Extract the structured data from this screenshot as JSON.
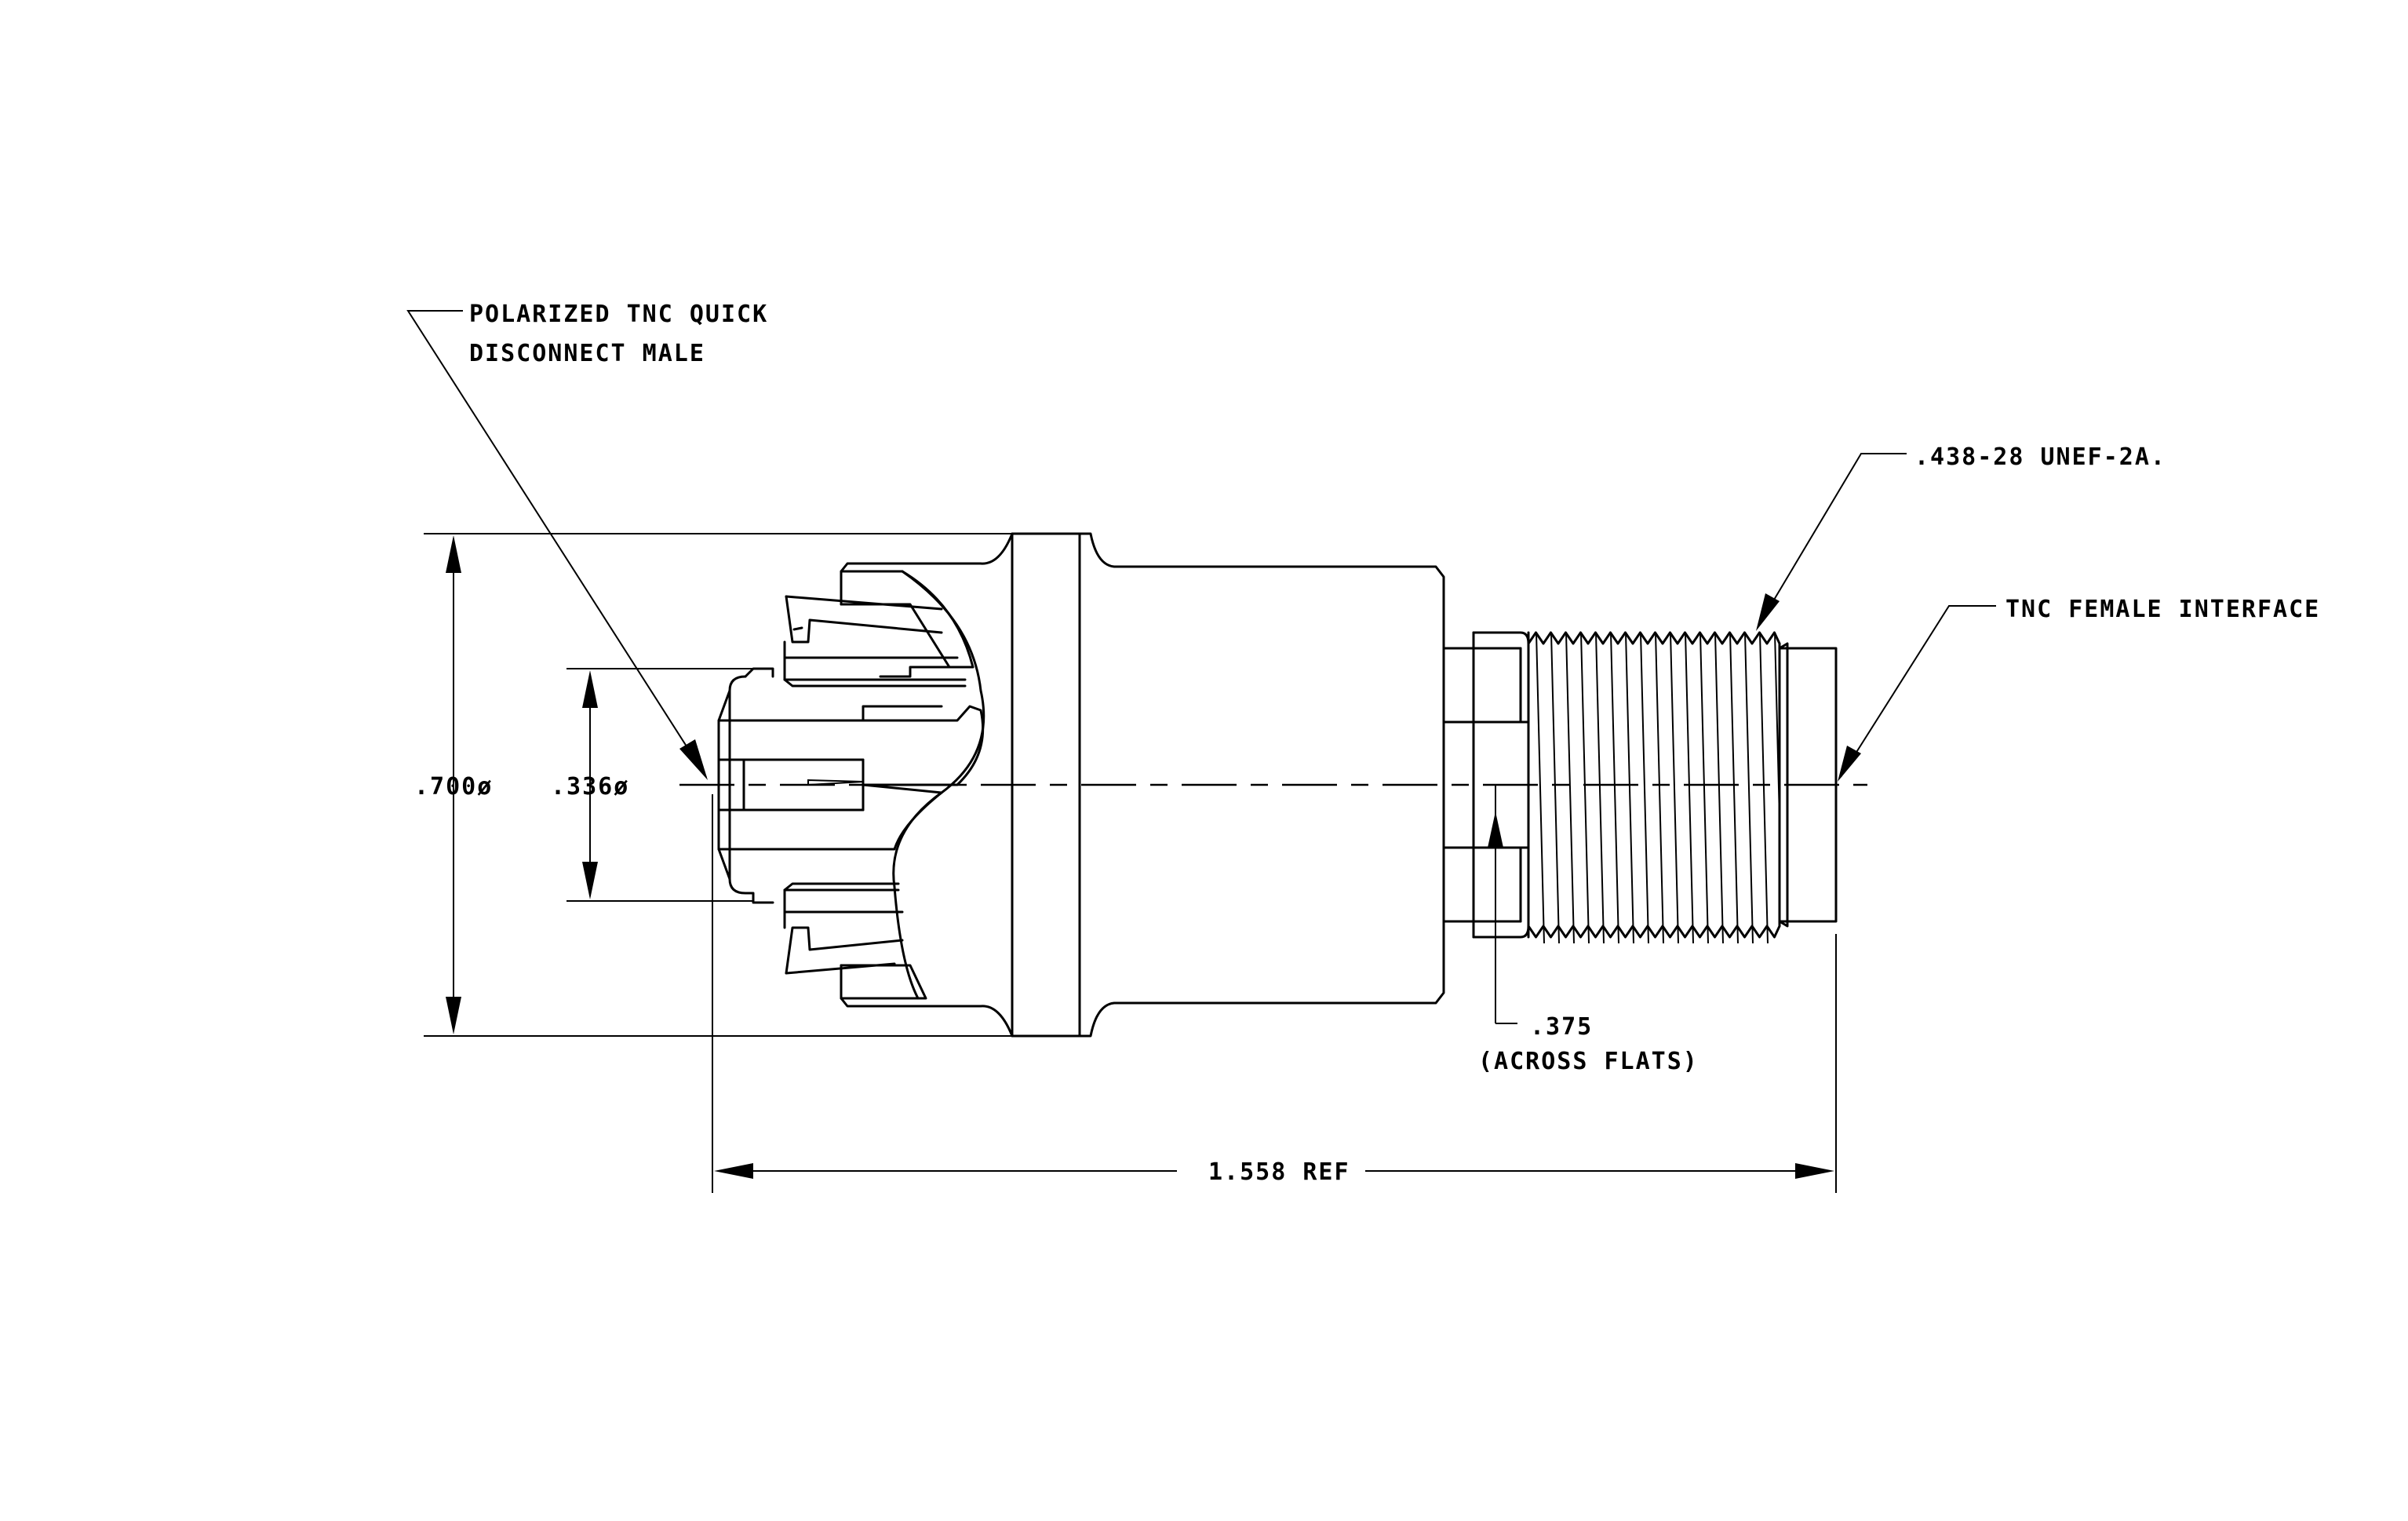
{
  "labels": {
    "callout_male_line1": "POLARIZED TNC QUICK",
    "callout_male_line2": "DISCONNECT MALE",
    "callout_thread": ".438-28 UNEF-2A.",
    "callout_female": "TNC FEMALE INTERFACE",
    "dim_outer_diameter": ".700ø",
    "dim_inner_diameter": ".336ø",
    "dim_flats_value": ".375",
    "dim_flats_note": "(ACROSS FLATS)",
    "dim_overall_length": "1.558 REF"
  },
  "colors": {
    "ink": "#000000",
    "paper": "#ffffff"
  }
}
